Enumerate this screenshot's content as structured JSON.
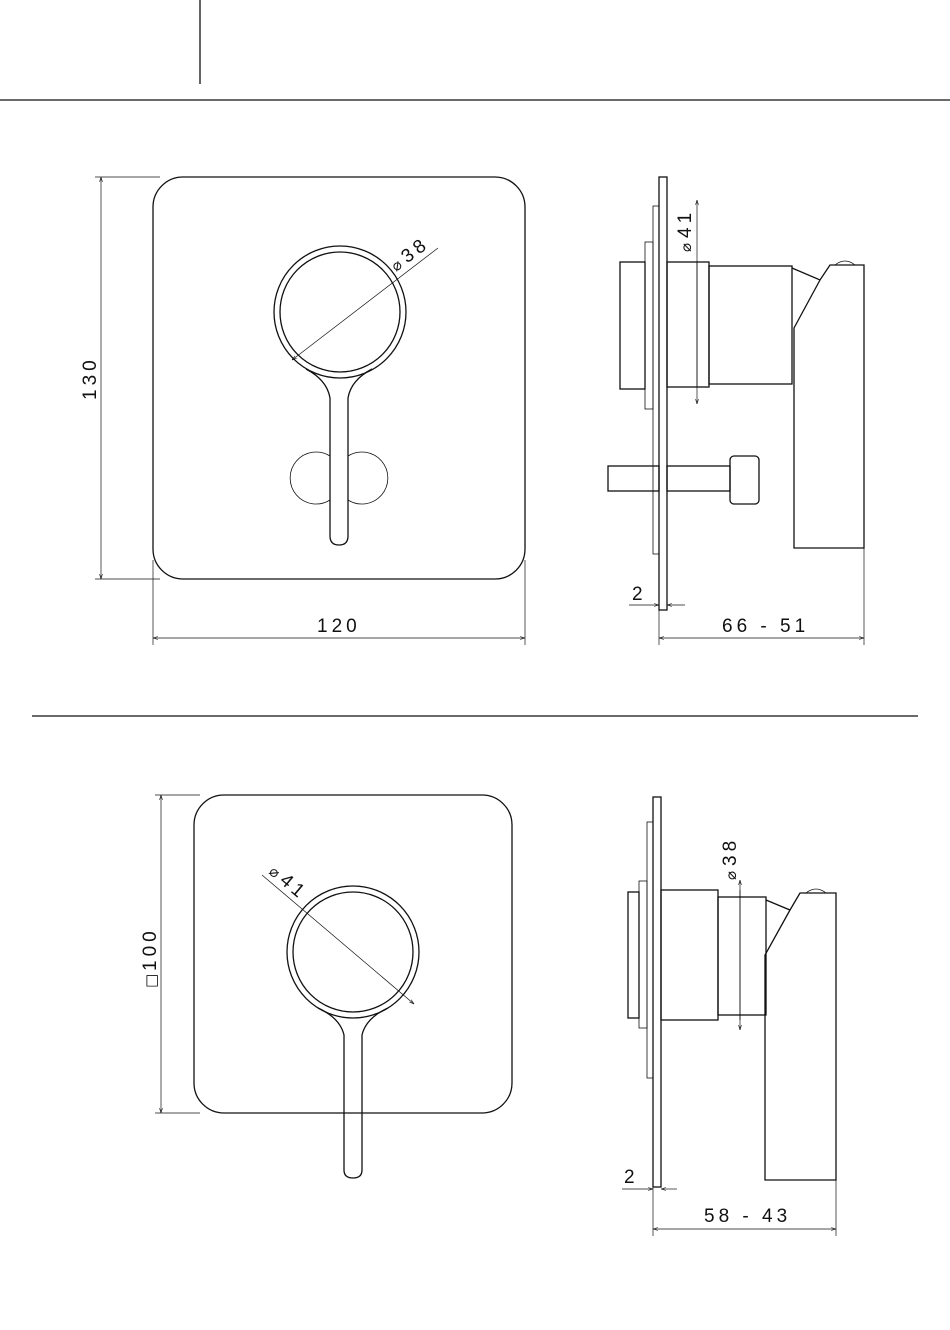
{
  "top_drawing": {
    "front": {
      "height_dim": "130",
      "width_dim": "120",
      "diameter_symbol": "⌀",
      "diameter_value": "38"
    },
    "side": {
      "diameter_symbol": "⌀",
      "diameter_value": "41",
      "plate_thickness": "2",
      "depth_range": "66 - 51"
    }
  },
  "bottom_drawing": {
    "front": {
      "square_symbol": "□",
      "square_value": "100",
      "diameter_symbol": "⌀",
      "diameter_value": "41"
    },
    "side": {
      "diameter_symbol": "⌀",
      "diameter_value": "38",
      "plate_thickness": "2",
      "depth_range": "58 - 43"
    }
  }
}
